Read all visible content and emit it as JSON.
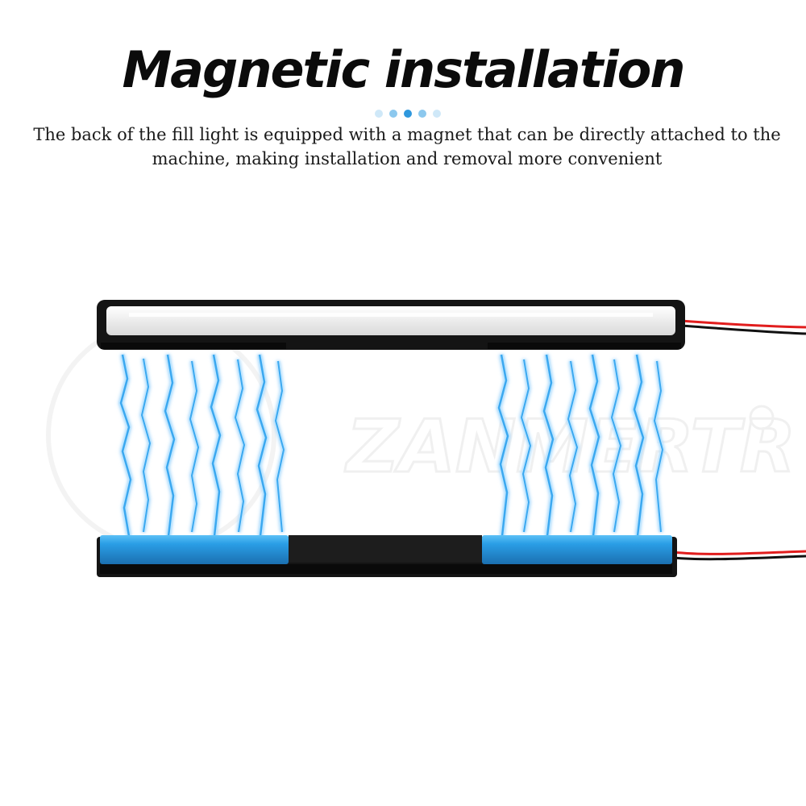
{
  "header": {
    "title": "Magnetic installation",
    "description": "The back of the fill light is equipped with a magnet that can be directly attached to the machine, making installation and removal more convenient"
  },
  "illustration": {
    "watermark_text": "ZANMERTR",
    "colors": {
      "lightning": "#3aa8f0",
      "lightning_glow": "#bfe6ff",
      "magnet_pad": "#2a9ee6",
      "housing": "#141414",
      "diffuser": "#f2f2f2",
      "wire_red": "#e11d1d",
      "wire_black": "#111111"
    }
  }
}
